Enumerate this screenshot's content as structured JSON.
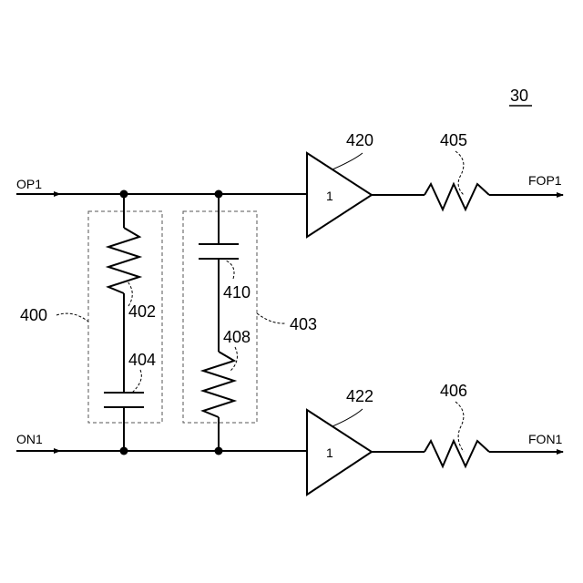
{
  "figure": {
    "ref": "30"
  },
  "signals": {
    "in_top": "OP1",
    "in_bottom": "ON1",
    "out_top": "FOP1",
    "out_bottom": "FON1"
  },
  "buffers": {
    "top": {
      "ref": "420",
      "gain": "1"
    },
    "bottom": {
      "ref": "422",
      "gain": "1"
    }
  },
  "resistors": {
    "r405": "405",
    "r406": "406",
    "r402": "402",
    "r408": "408"
  },
  "capacitors": {
    "c404": "404",
    "c410": "410"
  },
  "groups": {
    "g400": "400",
    "g403": "403"
  }
}
